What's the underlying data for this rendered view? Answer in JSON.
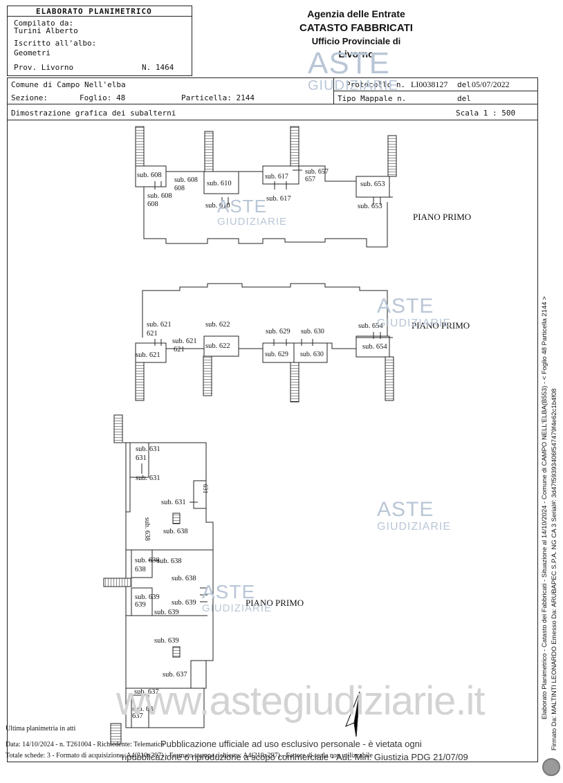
{
  "header": {
    "title": "ELABORATO PLANIMETRICO",
    "compiled_label": "Compilato da:",
    "compiled_name": "Turini Alberto",
    "registered_label": "Iscritto all'albo:",
    "registered_value": "Geometri",
    "prov_label": "Prov. Livorno",
    "number": "N. 1464"
  },
  "agency": {
    "line1": "Agenzia delle Entrate",
    "line2": "CATASTO FABBRICATI",
    "line3": "Ufficio Provinciale di",
    "line4": "Livorno"
  },
  "info": {
    "comune": "Comune di Campo Nell'elba",
    "protocollo_label": "Protocollo n.",
    "protocollo_value": "LI0038127",
    "del_label": "del",
    "del_value": "05/07/2022",
    "sezione_label": "Sezione:",
    "foglio": "Foglio: 48",
    "particella": "Particella: 2144",
    "tipo_mappale": "Tipo Mappale n.",
    "del2": "del",
    "dimostrazione": "Dimostrazione grafica dei subalterni",
    "scala": "Scala 1 : 500"
  },
  "plan": {
    "floor_label": "PIANO PRIMO",
    "top_labels": [
      "sub. 608",
      "sub. 608",
      "sub. 608",
      "sub. 610",
      "sub. 610",
      "sub. 617",
      "sub. 657",
      "sub. 617",
      "sub. 653",
      "sub. 653"
    ],
    "mid_labels": [
      "sub. 621",
      "sub. 621",
      "sub. 621",
      "sub. 622",
      "sub. 622",
      "sub. 629",
      "sub. 630",
      "sub. 629",
      "sub. 630",
      "sub. 654",
      "sub. 654"
    ],
    "bot_labels": [
      "sub. 631",
      "sub. 631",
      "sub. 631",
      "631",
      "sub. 638",
      "sub. 638",
      "sub. 638",
      "sub. 638",
      "sub. 638",
      "sub. 639",
      "sub. 639",
      "sub. 639",
      "sub. 639",
      "sub. 637",
      "sub. 637",
      "sub. 637"
    ]
  },
  "watermark": {
    "brand": "ASTE",
    "sub": "GIUDIZIARIE",
    "url": "www.astegiudiziarie.it"
  },
  "footer": {
    "last_plan": "Ultima planimetria in atti",
    "line1": "Data: 14/10/2024 - n. T261004 - Richiedente: Telematico",
    "line2": "Totale schede: 3 - Formato di acquisizione: A4(210x297) - Formato stampa richiesto: A4(210x297) - Fattore di scala non utilizzabile",
    "notice1": "Pubblicazione ufficiale ad uso esclusivo personale - è vietata ogni",
    "notice2": "ripubblicazione o riproduzione a scopo commerciale - Aut. Min. Giustizia PDG 21/07/09"
  },
  "side": {
    "line1": "Elaborato Planimetrico - Catasto dei Fabbricati - Situazione al 14/10/2024 - Comune di CAMPO NELL'ELBA(B553) - < Foglio 48 Particella 2144 >",
    "line2": "Firmato Da: MALTINTI LEONARDO Emesso Da: ARUBAPEC S.P.A. NG CA 3 Serial#: 3d47f59393406f547479f4e62c1b4f08"
  }
}
